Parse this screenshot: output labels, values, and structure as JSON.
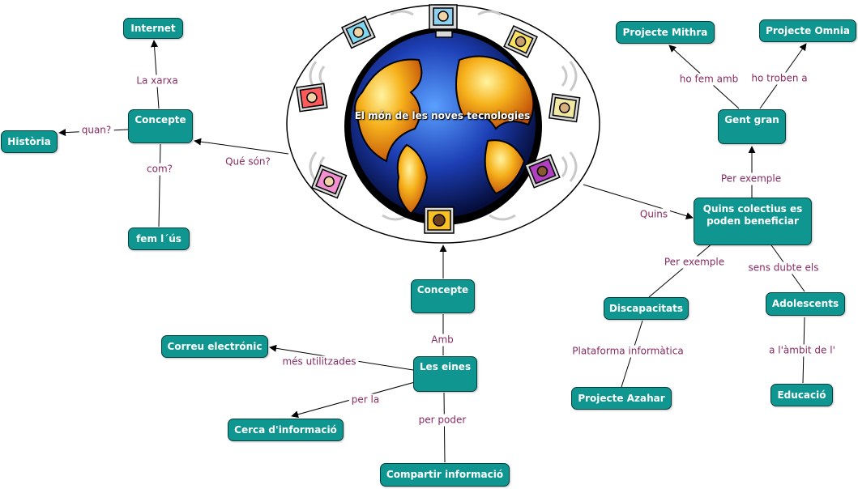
{
  "colors": {
    "node_fill": "#0f9691",
    "node_border": "#04403e",
    "link_text": "#8a2b63",
    "line": "#000000"
  },
  "center": {
    "title": "El món de les noves tecnologies",
    "image": "globe-with-computers-icon"
  },
  "nodes": {
    "internet": "Internet",
    "concepte_left": "Concepte",
    "historia": "Història",
    "fem_us": "fem l´ús",
    "projecte_mithra": "Projecte Mithra",
    "projecte_omnia": "Projecte Omnia",
    "gent_gran": "Gent gran",
    "quins_colectius": "Quins colectius es poden beneficiar",
    "discapacitats": "Discapacitats",
    "adolescents": "Adolescents",
    "projecte_azahar": "Projecte Azahar",
    "educacio": "Educació",
    "concepte_bottom": "Concepte",
    "les_eines": "Les eines",
    "correu": "Correu electrónic",
    "cerca": "Cerca d'informació",
    "compartir": "Compartir informació"
  },
  "links": {
    "la_xarxa": "La xarxa",
    "quan": "quan?",
    "com": "com?",
    "que_son": "Qué són?",
    "ho_fem_amb": "ho fem amb",
    "ho_troben_a": "ho troben a",
    "per_exemple_1": "Per exemple",
    "quins": "Quins",
    "per_exemple_2": "Per exemple",
    "sens_dubte_els": "sens dubte els",
    "plataforma": "Plataforma informàtica",
    "a_lambit": "a l'àmbit de l'",
    "amb": "Amb",
    "mes_utilitzades": "més utilitzades",
    "per_la": "per la",
    "per_poder": "per poder"
  }
}
